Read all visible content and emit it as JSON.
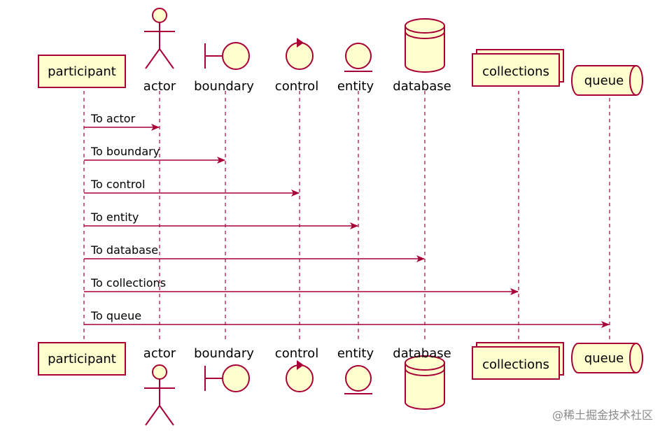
{
  "colors": {
    "fill": "#fefece",
    "stroke": "#a80036",
    "text": "#000000",
    "watermark": "#8a8a8a"
  },
  "participants": [
    {
      "label": "participant",
      "kind": "participant",
      "icon": "participant-box"
    },
    {
      "label": "actor",
      "kind": "actor",
      "icon": "stick-figure-icon"
    },
    {
      "label": "boundary",
      "kind": "boundary",
      "icon": "boundary-icon"
    },
    {
      "label": "control",
      "kind": "control",
      "icon": "control-icon"
    },
    {
      "label": "entity",
      "kind": "entity",
      "icon": "entity-icon"
    },
    {
      "label": "database",
      "kind": "database",
      "icon": "database-cylinder-icon"
    },
    {
      "label": "collections",
      "kind": "collections",
      "icon": "collections-stack"
    },
    {
      "label": "queue",
      "kind": "queue",
      "icon": "queue-cylinder"
    }
  ],
  "messages": [
    {
      "from": "participant",
      "to": "actor",
      "label": "To actor"
    },
    {
      "from": "participant",
      "to": "boundary",
      "label": "To boundary"
    },
    {
      "from": "participant",
      "to": "control",
      "label": "To control"
    },
    {
      "from": "participant",
      "to": "entity",
      "label": "To entity"
    },
    {
      "from": "participant",
      "to": "database",
      "label": "To database"
    },
    {
      "from": "participant",
      "to": "collections",
      "label": "To collections"
    },
    {
      "from": "participant",
      "to": "queue",
      "label": "To queue"
    }
  ],
  "watermark": "@稀土掘金技术社区"
}
